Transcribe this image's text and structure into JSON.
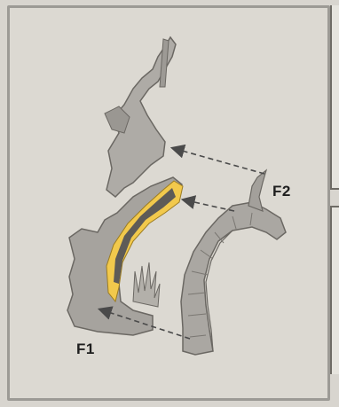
{
  "labels": {
    "f1": "F1",
    "f2": "F2"
  },
  "colors": {
    "background": "#dcd9d2",
    "part_gray": "#a9a6a1",
    "highlight": "#f2c94c",
    "arrow": "#555555"
  },
  "icons": {
    "arrow_head": "triangle-arrowhead"
  }
}
